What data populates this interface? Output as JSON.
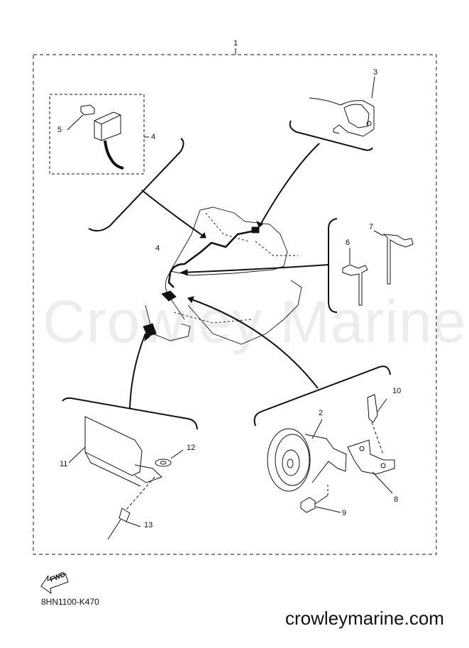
{
  "watermark": "Crowley Marine",
  "footer": {
    "diagram_code": "8HN1100-K470",
    "website": "crowleymarine.com",
    "fwd_label": "FWD"
  },
  "callouts": {
    "c1": "1",
    "c2": "2",
    "c3": "3",
    "c4a": "4",
    "c4b": "4",
    "c5": "5",
    "c6": "6",
    "c7": "7",
    "c8": "8",
    "c9": "9",
    "c10": "10",
    "c11": "11",
    "c12": "12",
    "c13": "13"
  }
}
